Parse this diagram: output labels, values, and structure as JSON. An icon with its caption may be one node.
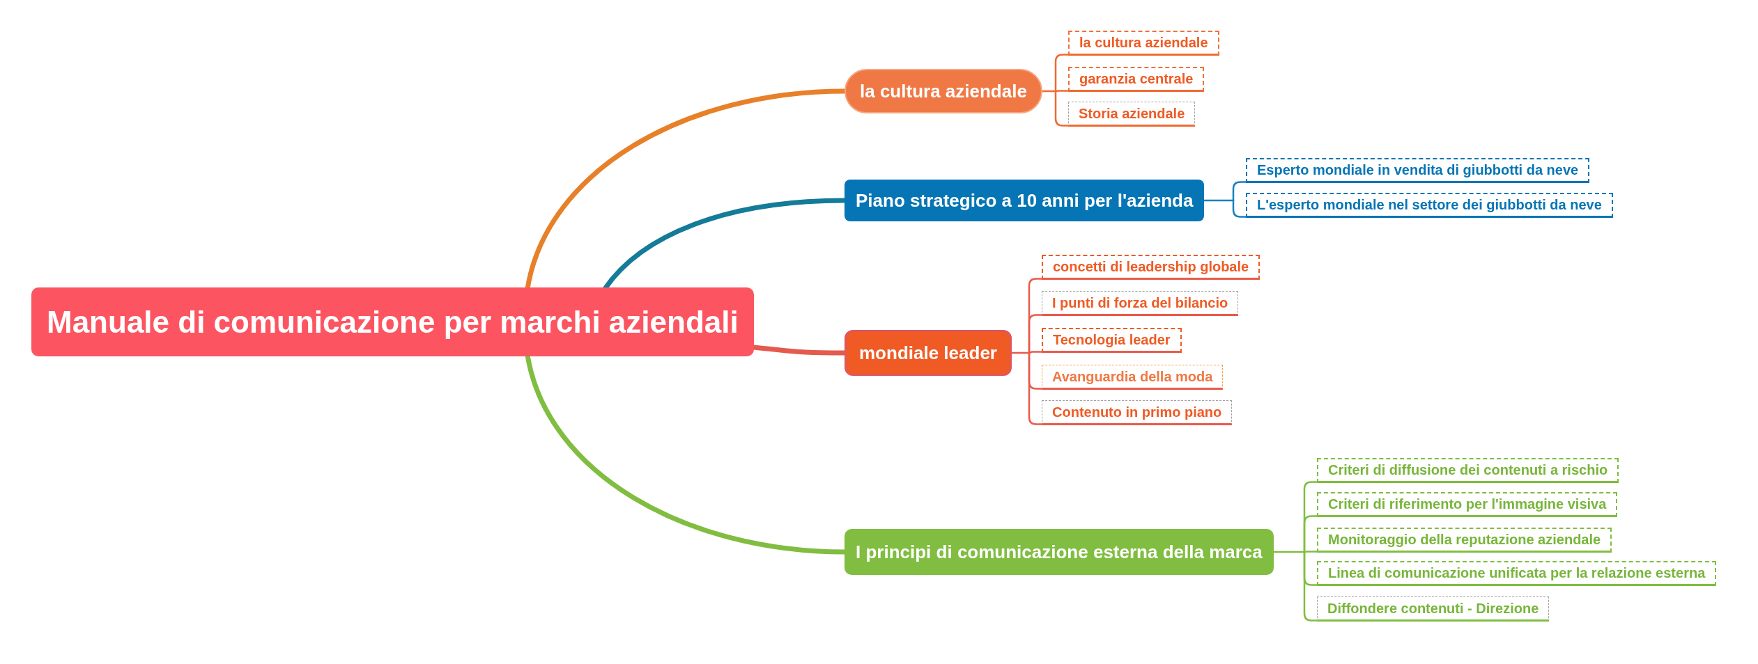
{
  "diagram": {
    "nodes": [
      {
        "text": [
          "Manuale di comunicazione per marchi aziendali"
        ]
      },
      {
        "text": [
          "la cultura aziendale"
        ]
      },
      {
        "text": [
          "la cultura aziendale"
        ]
      },
      {
        "text": [
          "garanzia centrale"
        ]
      },
      {
        "text": [
          "Storia aziendale"
        ]
      },
      {
        "text": [
          "Piano strategico a 10 anni per l'azienda"
        ]
      },
      {
        "text": [
          "Esperto mondiale in vendita di giubbotti da neve"
        ]
      },
      {
        "text": [
          "L'esperto mondiale nel settore dei giubbotti da neve"
        ]
      },
      {
        "text": [
          "mondiale leader"
        ]
      },
      {
        "text": [
          "concetti di leadership globale"
        ]
      },
      {
        "text": [
          "I punti di forza del bilancio"
        ]
      },
      {
        "text": [
          "Tecnologia leader"
        ]
      },
      {
        "text": [
          "Avanguardia della moda"
        ]
      },
      {
        "text": [
          "Contenuto in primo piano"
        ]
      },
      {
        "text": [
          "I principi di comunicazione esterna della marca"
        ]
      },
      {
        "text": [
          "Criteri di diffusione dei contenuti a rischio"
        ]
      },
      {
        "text": [
          "Criteri di riferimento per l'immagine visiva"
        ]
      },
      {
        "text": [
          "Monitoraggio della reputazione aziendale"
        ]
      },
      {
        "text": [
          "Linea di comunicazione unificata per la relazione esterna"
        ]
      },
      {
        "text": [
          "Diffondere contenuti - Direzione"
        ]
      }
    ],
    "edges": [
      {
        "from": 0,
        "to": 1,
        "arrow": "none",
        "style": "thick",
        "color": "#e8802a"
      },
      {
        "from": 0,
        "to": 5,
        "arrow": "none",
        "style": "thick",
        "color": "#147b98"
      },
      {
        "from": 0,
        "to": 8,
        "arrow": "none",
        "style": "thick",
        "color": "#e55a4e"
      },
      {
        "from": 0,
        "to": 14,
        "arrow": "none",
        "style": "thick",
        "color": "#80bd41"
      },
      {
        "from": 1,
        "to": 2,
        "arrow": "none",
        "color": "#f06a30"
      },
      {
        "from": 1,
        "to": 3,
        "arrow": "none",
        "color": "#f06a30"
      },
      {
        "from": 1,
        "to": 4,
        "arrow": "none",
        "color": "#f06a30"
      },
      {
        "from": 5,
        "to": 6,
        "arrow": "none",
        "color": "#1a80c0"
      },
      {
        "from": 5,
        "to": 7,
        "arrow": "none",
        "color": "#1a80c0"
      },
      {
        "from": 8,
        "to": 9,
        "arrow": "none",
        "color": "#e95a4a"
      },
      {
        "from": 8,
        "to": 10,
        "arrow": "none",
        "color": "#e95a4a"
      },
      {
        "from": 8,
        "to": 11,
        "arrow": "none",
        "color": "#e95a4a"
      },
      {
        "from": 8,
        "to": 12,
        "arrow": "none",
        "color": "#e95a4a"
      },
      {
        "from": 8,
        "to": 13,
        "arrow": "none",
        "color": "#e95a4a"
      },
      {
        "from": 14,
        "to": 15,
        "arrow": "none",
        "color": "#80bd41"
      },
      {
        "from": 14,
        "to": 16,
        "arrow": "none",
        "color": "#80bd41"
      },
      {
        "from": 14,
        "to": 17,
        "arrow": "none",
        "color": "#80bd41"
      },
      {
        "from": 14,
        "to": 18,
        "arrow": "none",
        "color": "#80bd41"
      },
      {
        "from": 14,
        "to": 19,
        "arrow": "none",
        "color": "#80bd41"
      }
    ]
  }
}
